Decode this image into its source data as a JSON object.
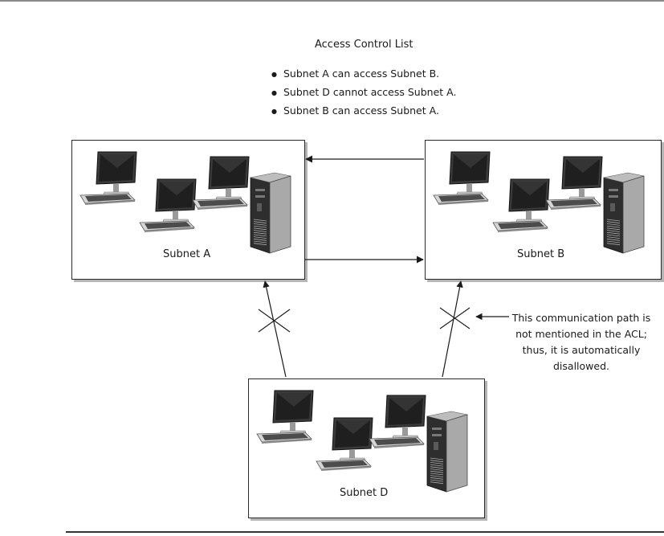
{
  "acl": {
    "title": "Access Control List",
    "rules": [
      "Subnet A can access Subnet B.",
      "Subnet D cannot access Subnet A.",
      "Subnet B can access Subnet A."
    ]
  },
  "subnets": {
    "a": {
      "label": "Subnet A"
    },
    "b": {
      "label": "Subnet B"
    },
    "d": {
      "label": "Subnet D"
    }
  },
  "note": {
    "lines": [
      "This communication path is",
      "not mentioned in the ACL;",
      "thus, it is automatically",
      "disallowed."
    ]
  }
}
